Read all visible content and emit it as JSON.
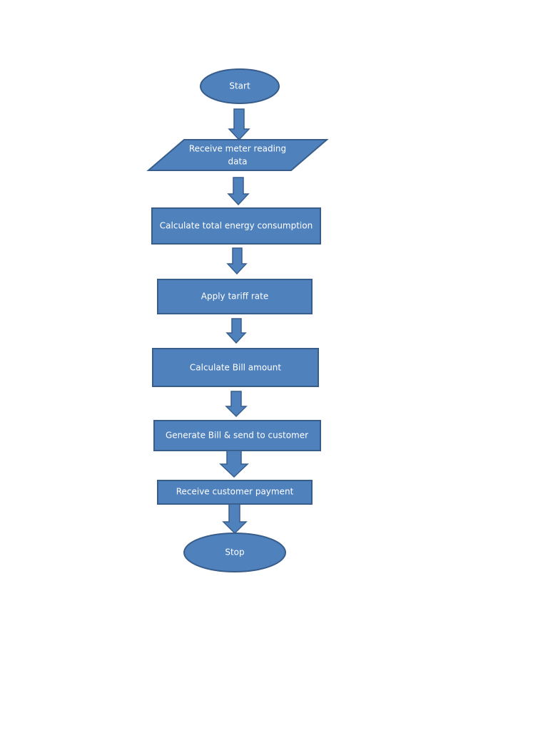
{
  "diagram": {
    "colors": {
      "fill": "#4f81bd",
      "stroke": "#385d8a",
      "text": "#ffffff",
      "background": "#ffffff"
    },
    "nodes": [
      {
        "id": "start",
        "shape": "terminator",
        "label": "Start"
      },
      {
        "id": "receive-meter",
        "shape": "data",
        "label_line1": "Receive meter reading",
        "label_line2": "data"
      },
      {
        "id": "calc-energy",
        "shape": "process",
        "label": "Calculate total energy consumption"
      },
      {
        "id": "apply-tariff",
        "shape": "process",
        "label": "Apply tariff rate"
      },
      {
        "id": "calc-bill",
        "shape": "process",
        "label": "Calculate Bill amount"
      },
      {
        "id": "generate-bill",
        "shape": "process",
        "label": "Generate Bill & send to customer"
      },
      {
        "id": "receive-payment",
        "shape": "process",
        "label": "Receive customer payment"
      },
      {
        "id": "stop",
        "shape": "terminator",
        "label": "Stop"
      }
    ],
    "edges": [
      {
        "from": "start",
        "to": "receive-meter"
      },
      {
        "from": "receive-meter",
        "to": "calc-energy"
      },
      {
        "from": "calc-energy",
        "to": "apply-tariff"
      },
      {
        "from": "apply-tariff",
        "to": "calc-bill"
      },
      {
        "from": "calc-bill",
        "to": "generate-bill"
      },
      {
        "from": "generate-bill",
        "to": "receive-payment"
      },
      {
        "from": "receive-payment",
        "to": "stop"
      }
    ]
  }
}
